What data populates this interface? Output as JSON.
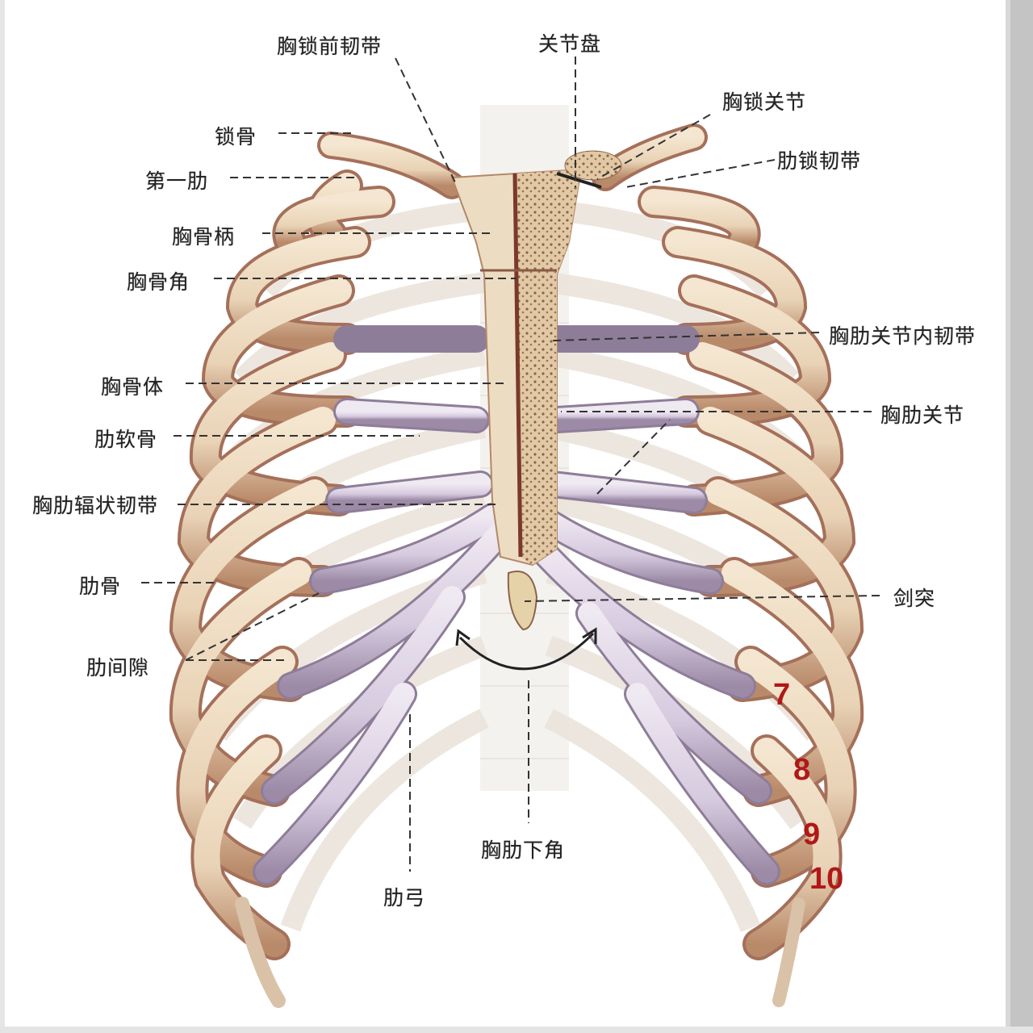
{
  "diagram": {
    "subject": "胸廓 (thoracic cage, anterior view)",
    "colors": {
      "bone": "#ecd9bf",
      "bone_shadow": "#b07a5c",
      "cartilage": "#d8cde0",
      "cartilage_shadow": "#8e7d98",
      "sternum_marrow": "#d9b88f",
      "background_spine": "#e9e6e2",
      "label_text": "#222222",
      "rib_number": "#b01818",
      "leader_line": "#333333"
    },
    "labels": {
      "sternoclavicular_anterior_ligament": "胸锁前韧带",
      "articular_disc": "关节盘",
      "sternoclavicular_joint": "胸锁关节",
      "costoclavicular_ligament": "肋锁韧带",
      "clavicle": "锁骨",
      "first_rib": "第一肋",
      "manubrium": "胸骨柄",
      "sternal_angle": "胸骨角",
      "intra_articular_sternocostal_ligament": "胸肋关节内韧带",
      "sternal_body": "胸骨体",
      "sternocostal_joint": "胸肋关节",
      "costal_cartilage": "肋软骨",
      "radiate_sternocostal_ligament": "胸肋辐状韧带",
      "rib": "肋骨",
      "xiphoid_process": "剑突",
      "intercostal_space": "肋间隙",
      "infrasternal_angle": "胸肋下角",
      "costal_arch": "肋弓"
    },
    "rib_numbers": [
      "7",
      "8",
      "9",
      "10"
    ]
  }
}
